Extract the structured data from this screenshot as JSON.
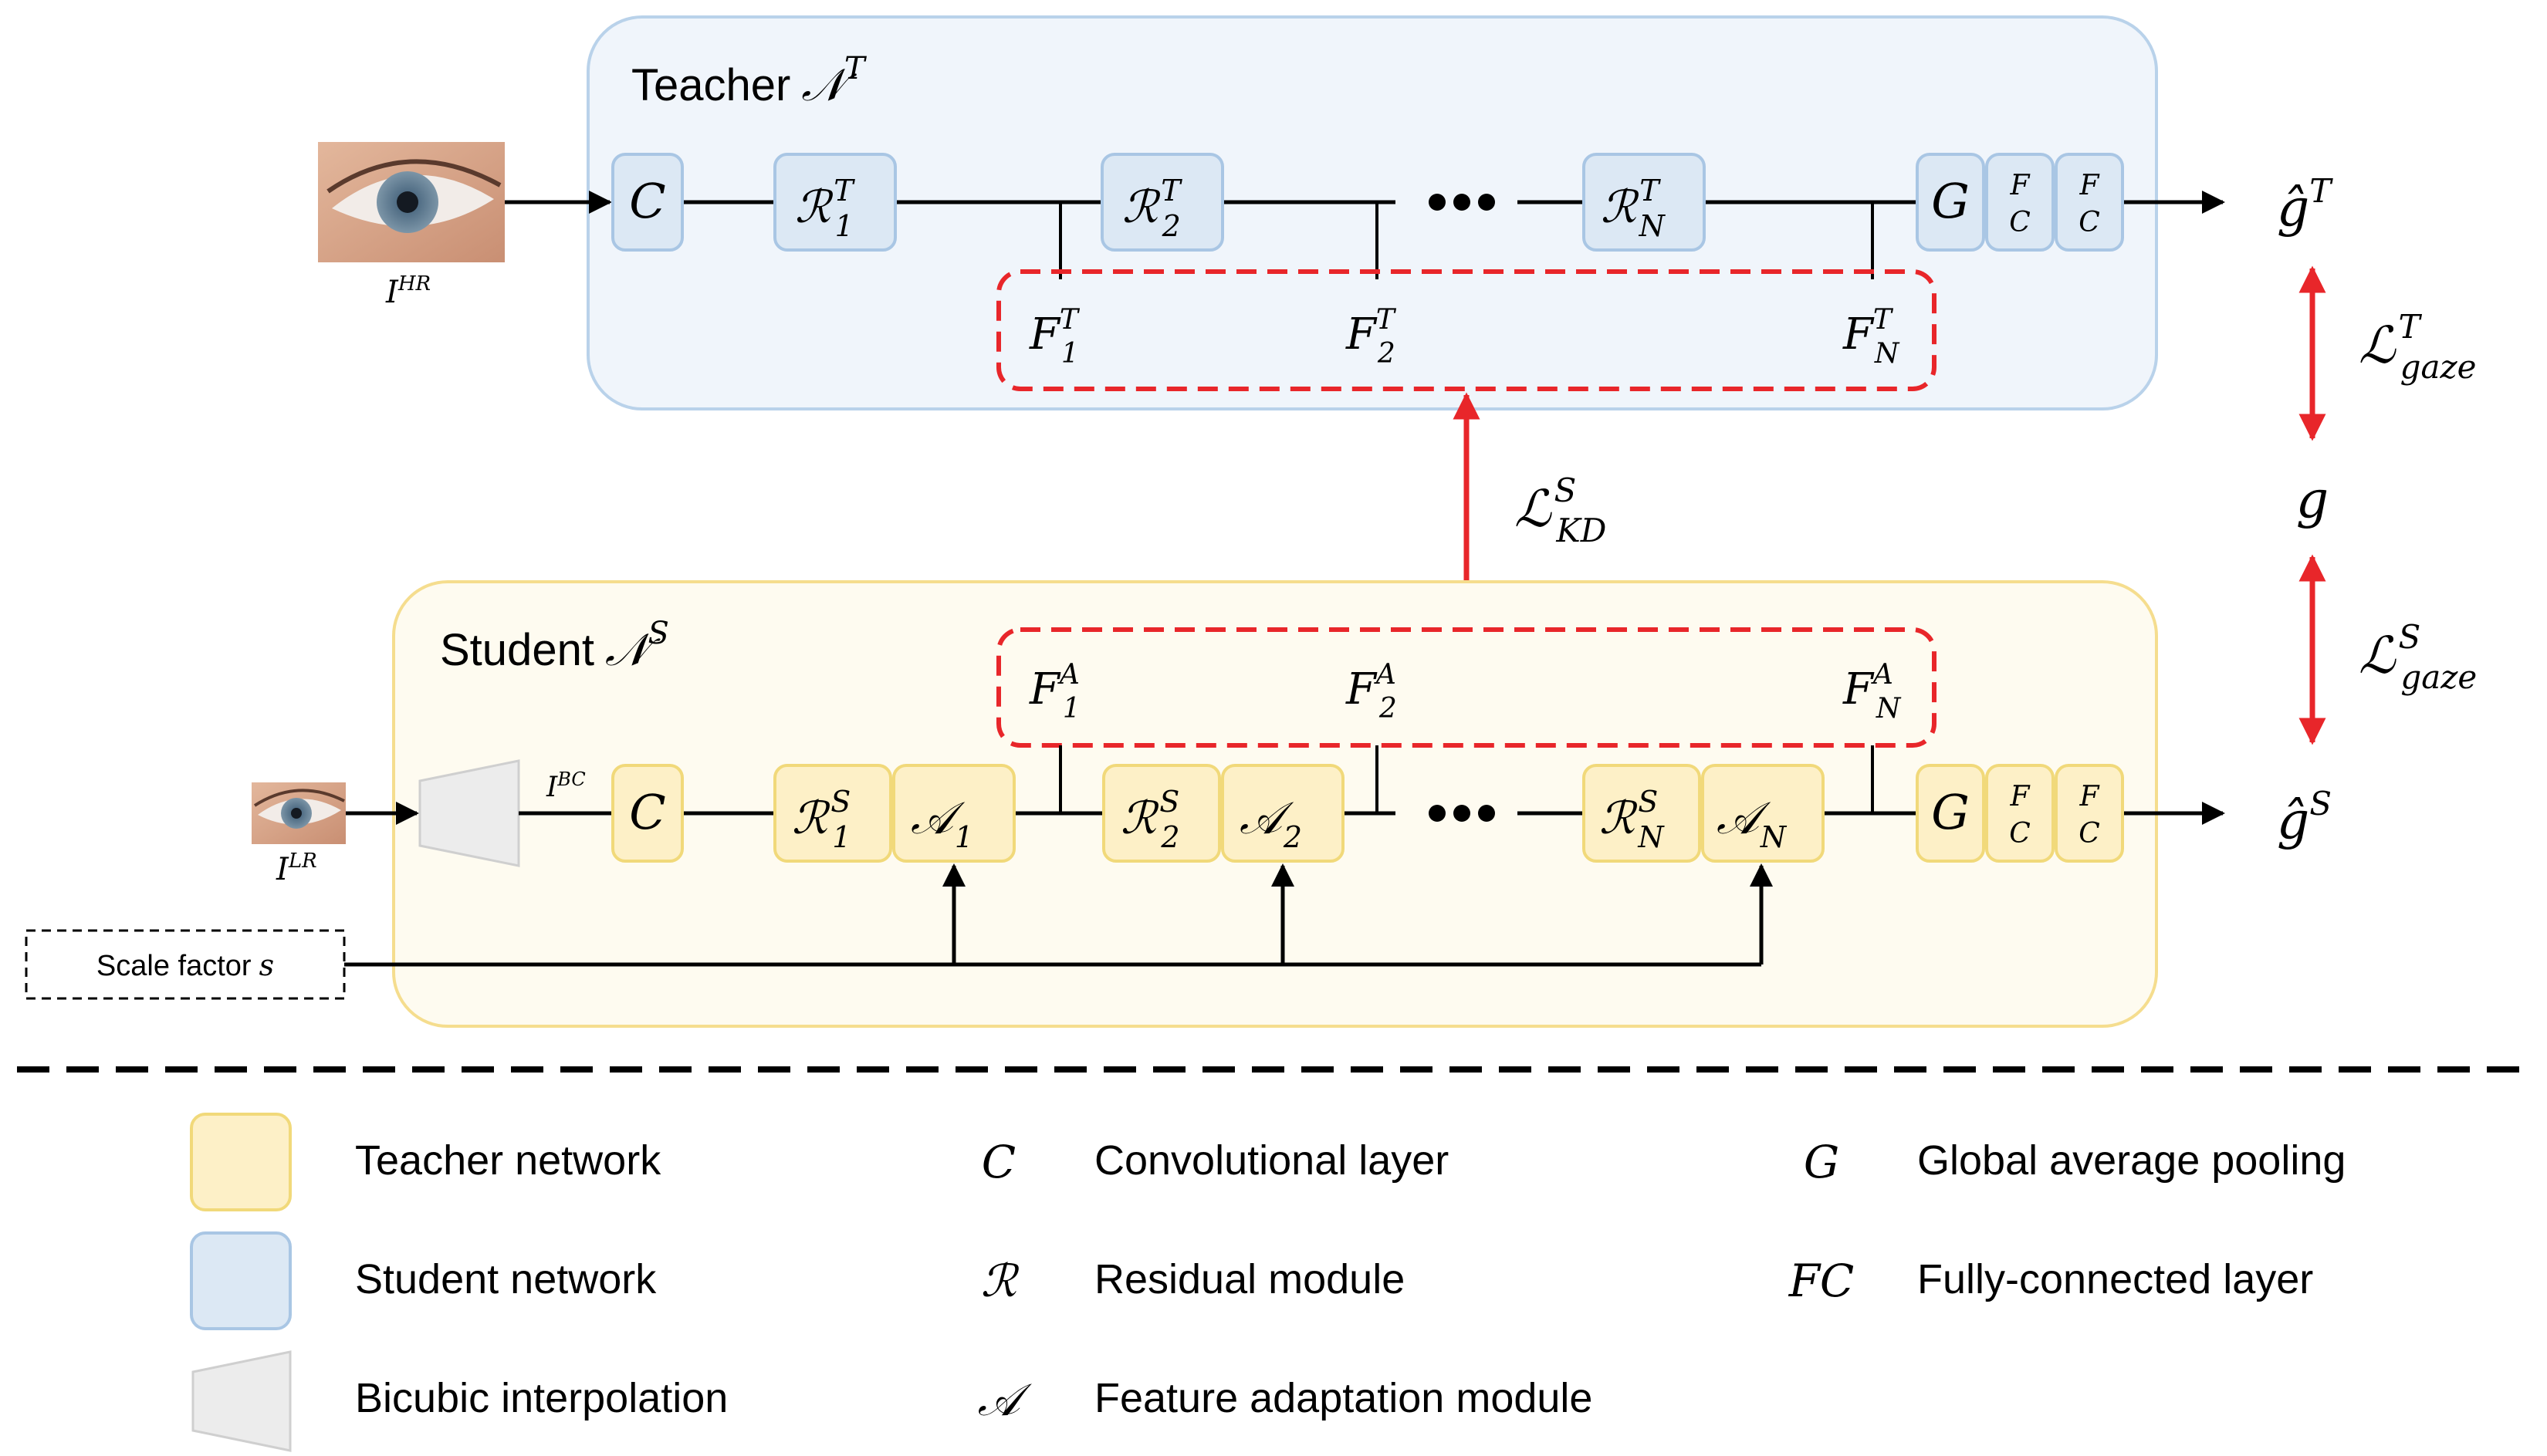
{
  "teacher": {
    "title": "Teacher",
    "symbol": "𝒩",
    "sup": "T",
    "blocks": {
      "conv": "C",
      "res1": "ℛ",
      "res1_sub": "1",
      "res1_sup": "T",
      "res2": "ℛ",
      "res2_sub": "2",
      "res2_sup": "T",
      "resN": "ℛ",
      "resN_sub": "N",
      "resN_sup": "T",
      "gap": "G",
      "fc1_top": "F",
      "fc1_bot": "C",
      "fc2_top": "F",
      "fc2_bot": "C"
    },
    "features": [
      {
        "base": "F",
        "sub": "1",
        "sup": "T"
      },
      {
        "base": "F",
        "sub": "2",
        "sup": "T"
      },
      {
        "base": "F",
        "sub": "N",
        "sup": "T"
      }
    ],
    "input_label": {
      "base": "I",
      "sup": "HR"
    },
    "output": {
      "base": "ĝ",
      "sup": "T"
    }
  },
  "student": {
    "title": "Student",
    "symbol": "𝒩",
    "sup": "S",
    "blocks": {
      "conv": "C",
      "res1": "ℛ",
      "res1_sub": "1",
      "res1_sup": "S",
      "ada1": "𝒜",
      "ada1_sub": "1",
      "res2": "ℛ",
      "res2_sub": "2",
      "res2_sup": "S",
      "ada2": "𝒜",
      "ada2_sub": "2",
      "resN": "ℛ",
      "resN_sub": "N",
      "resN_sup": "S",
      "adaN": "𝒜",
      "adaN_sub": "N",
      "gap": "G",
      "fc1_top": "F",
      "fc1_bot": "C",
      "fc2_top": "F",
      "fc2_bot": "C"
    },
    "features": [
      {
        "base": "F",
        "sub": "1",
        "sup": "A"
      },
      {
        "base": "F",
        "sub": "2",
        "sup": "A"
      },
      {
        "base": "F",
        "sub": "N",
        "sup": "A"
      }
    ],
    "input_label": {
      "base": "I",
      "sup": "LR"
    },
    "bicubic_label": {
      "base": "I",
      "sup": "BC"
    },
    "scale_factor": {
      "text": "Scale factor",
      "var": "s"
    },
    "output": {
      "base": "ĝ",
      "sup": "S"
    }
  },
  "losses": {
    "kd": {
      "base": "ℒ",
      "sup": "S",
      "sub": "KD"
    },
    "gaze_t": {
      "base": "ℒ",
      "sup": "T",
      "sub": "gaze"
    },
    "gaze_s": {
      "base": "ℒ",
      "sup": "S",
      "sub": "gaze"
    },
    "ground_truth": "g"
  },
  "legend": [
    {
      "symbol": "",
      "label": "Teacher network",
      "swatch": "yellow"
    },
    {
      "symbol": "",
      "label": "Student network",
      "swatch": "blue"
    },
    {
      "symbol": "",
      "label": "Bicubic interpolation",
      "swatch": "trapezoid"
    },
    {
      "symbol": "C",
      "label": "Convolutional layer"
    },
    {
      "symbol": "ℛ",
      "label": "Residual module"
    },
    {
      "symbol": "𝒜",
      "label": "Feature adaptation module"
    },
    {
      "symbol": "G",
      "label": "Global average pooling"
    },
    {
      "symbol": "FC",
      "label": "Fully-connected layer"
    }
  ],
  "colors": {
    "blue_fill": "#dce8f4",
    "blue_stroke": "#a9c6e4",
    "yellow_fill": "#fdf0c7",
    "yellow_stroke": "#f1d97a",
    "teacher_bg": "#f0f5fb",
    "student_bg": "#fefbf0",
    "red": "#e8262a"
  }
}
